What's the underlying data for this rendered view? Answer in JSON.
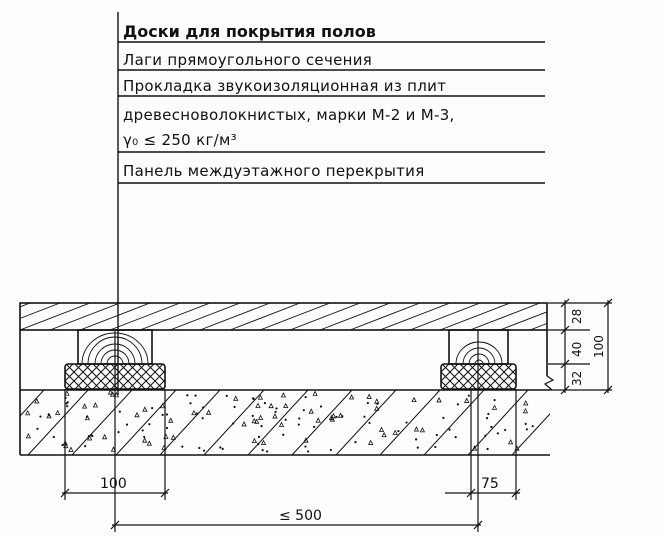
{
  "callouts": [
    {
      "id": "boards",
      "text": "Доски для покрытия полов"
    },
    {
      "id": "joists",
      "text": "Лаги прямоугольного сечения"
    },
    {
      "id": "pad1",
      "text": "Прокладка звукоизоляционная из плит"
    },
    {
      "id": "pad2",
      "text": "древесноволокнистых, марки М-2 и М-3,"
    },
    {
      "id": "pad3",
      "text": "γ₀ ≤ 250 кг/м³"
    },
    {
      "id": "panel",
      "text": "Панель междуэтажного перекрытия"
    }
  ],
  "dimensions": {
    "joist_width": "100",
    "pad_width": "75",
    "spacing": "≤ 500",
    "board_thickness": "28",
    "joist_height": "40",
    "pad_thickness": "32",
    "total_height": "100"
  },
  "colors": {
    "ink": "#111111",
    "paper": "#fdfdfb"
  }
}
